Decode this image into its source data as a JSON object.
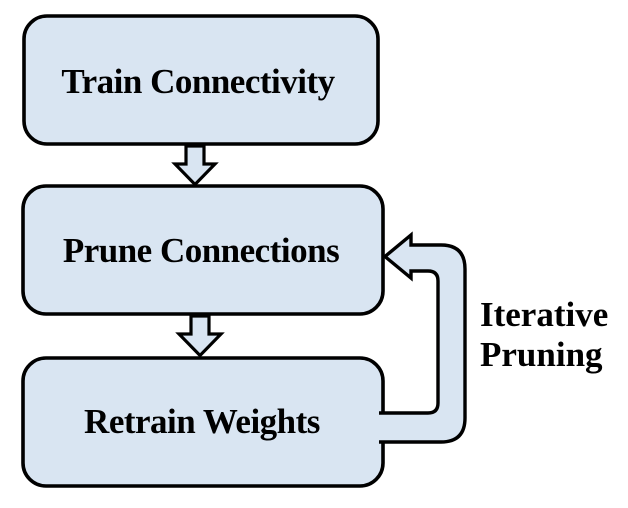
{
  "diagram": {
    "type": "flowchart",
    "nodes": [
      {
        "id": "train-connectivity",
        "label": "Train Connectivity"
      },
      {
        "id": "prune-connections",
        "label": "Prune Connections"
      },
      {
        "id": "retrain-weights",
        "label": "Retrain Weights"
      }
    ],
    "connectors": [
      {
        "type": "block-arrow-down",
        "from": "train-connectivity",
        "to": "prune-connections"
      },
      {
        "type": "block-arrow-down",
        "from": "prune-connections",
        "to": "retrain-weights"
      },
      {
        "type": "feedback-loop-arrow",
        "from": "retrain-weights",
        "to": "prune-connections",
        "label": "Iterative Pruning"
      }
    ],
    "loop_label": {
      "line1": "Iterative",
      "line2": "Pruning"
    },
    "colors": {
      "node_fill": "#d9e5f2",
      "outline": "#000000",
      "text": "#000000",
      "background": "#ffffff"
    }
  }
}
